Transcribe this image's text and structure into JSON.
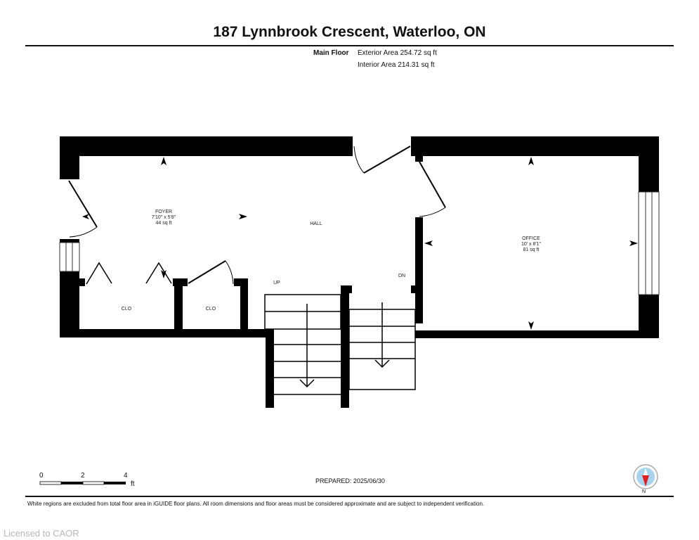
{
  "document": {
    "title": "187 Lynnbrook Crescent, Waterloo, ON",
    "floor_name": "Main Floor",
    "exterior_area": "Exterior Area 254.72 sq ft",
    "interior_area": "Interior Area 214.31 sq ft",
    "prepared": "PREPARED: 2025/06/30",
    "disclaimer": "White regions are excluded from total floor area in iGUIDE floor plans. All room dimensions and floor areas must be considered approximate and are subject to independent verification.",
    "license": "Licensed to CAOR"
  },
  "rooms": {
    "foyer": {
      "name": "FOYER",
      "dimensions": "7'10\" x 5'8\"",
      "area": "44 sq ft"
    },
    "hall": {
      "name": "HALL"
    },
    "office": {
      "name": "OFFICE",
      "dimensions": "10' x 8'1\"",
      "area": "81 sq ft"
    },
    "closet_1": {
      "name": "CLO"
    },
    "closet_2": {
      "name": "CLO"
    }
  },
  "stairs": {
    "up_label": "UP",
    "down_label": "DN"
  },
  "scale_bar": {
    "ticks": [
      "0",
      "2",
      "4"
    ],
    "unit": "ft"
  },
  "compass": {
    "label": "N",
    "needle_color": "#e02020",
    "dial_color": "#a8d4f0"
  }
}
